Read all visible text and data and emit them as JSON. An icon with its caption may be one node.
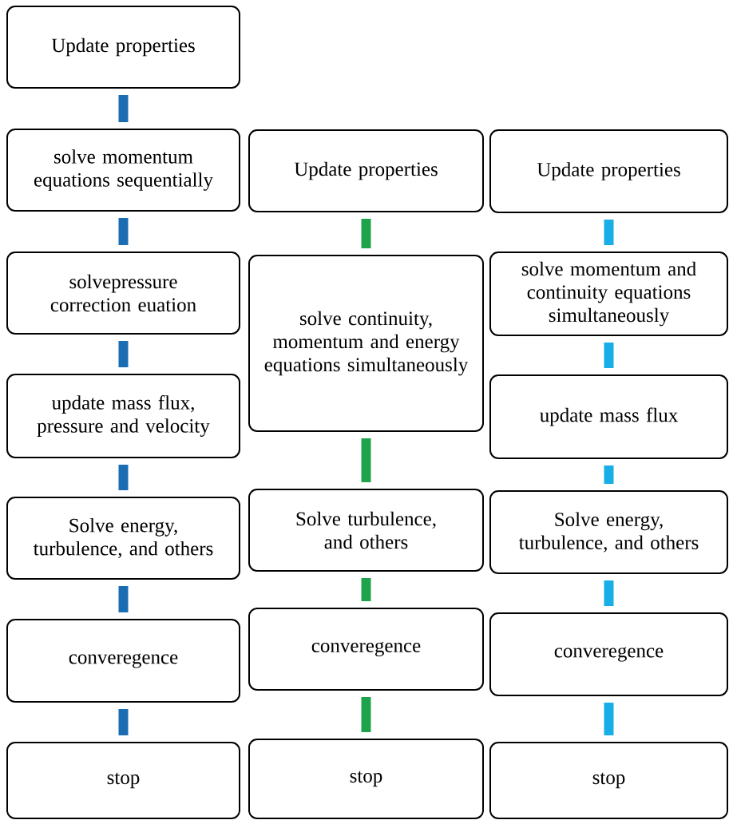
{
  "diagram": {
    "nodes": [
      {
        "text": [
          "Update properties"
        ]
      },
      {
        "text": [
          "solve momentum equations sequentially"
        ]
      },
      {
        "text": [
          "solvepressure correction euation"
        ]
      },
      {
        "text": [
          "update mass flux, pressure and velocity"
        ]
      },
      {
        "text": [
          "Solve energy, turbulence, and others"
        ]
      },
      {
        "text": [
          "converegence"
        ]
      },
      {
        "text": [
          "stop"
        ]
      },
      {
        "text": [
          "Update properties"
        ]
      },
      {
        "text": [
          "solve continuity, momentum and energy equations simultaneously"
        ]
      },
      {
        "text": [
          "Solve turbulence, and others"
        ]
      },
      {
        "text": [
          "converegence"
        ]
      },
      {
        "text": [
          "stop"
        ]
      },
      {
        "text": [
          "Update properties"
        ]
      },
      {
        "text": [
          "solve momentum and continuity equations simultaneously"
        ]
      },
      {
        "text": [
          "update mass flux"
        ]
      },
      {
        "text": [
          "Solve energy, turbulence, and others"
        ]
      },
      {
        "text": [
          "converegence"
        ]
      },
      {
        "text": [
          "stop"
        ]
      }
    ],
    "edges": [
      {
        "from": 0,
        "to": 1,
        "arrow": "none"
      },
      {
        "from": 1,
        "to": 2,
        "arrow": "none"
      },
      {
        "from": 2,
        "to": 3,
        "arrow": "none"
      },
      {
        "from": 3,
        "to": 4,
        "arrow": "none"
      },
      {
        "from": 4,
        "to": 5,
        "arrow": "none"
      },
      {
        "from": 5,
        "to": 6,
        "arrow": "none"
      },
      {
        "from": 7,
        "to": 8,
        "arrow": "none",
        "color": "#1ea34b"
      },
      {
        "from": 8,
        "to": 9,
        "arrow": "none",
        "color": "#1ea34b"
      },
      {
        "from": 9,
        "to": 10,
        "arrow": "none",
        "color": "#1ea34b"
      },
      {
        "from": 10,
        "to": 11,
        "arrow": "none",
        "color": "#1ea34b"
      },
      {
        "from": 12,
        "to": 13,
        "arrow": "none",
        "color": "#1aaee6"
      },
      {
        "from": 13,
        "to": 14,
        "arrow": "none",
        "color": "#1aaee6"
      },
      {
        "from": 14,
        "to": 15,
        "arrow": "none",
        "color": "#1aaee6"
      },
      {
        "from": 15,
        "to": 16,
        "arrow": "none",
        "color": "#1aaee6"
      },
      {
        "from": 16,
        "to": 17,
        "arrow": "none",
        "color": "#1aaee6"
      }
    ]
  }
}
